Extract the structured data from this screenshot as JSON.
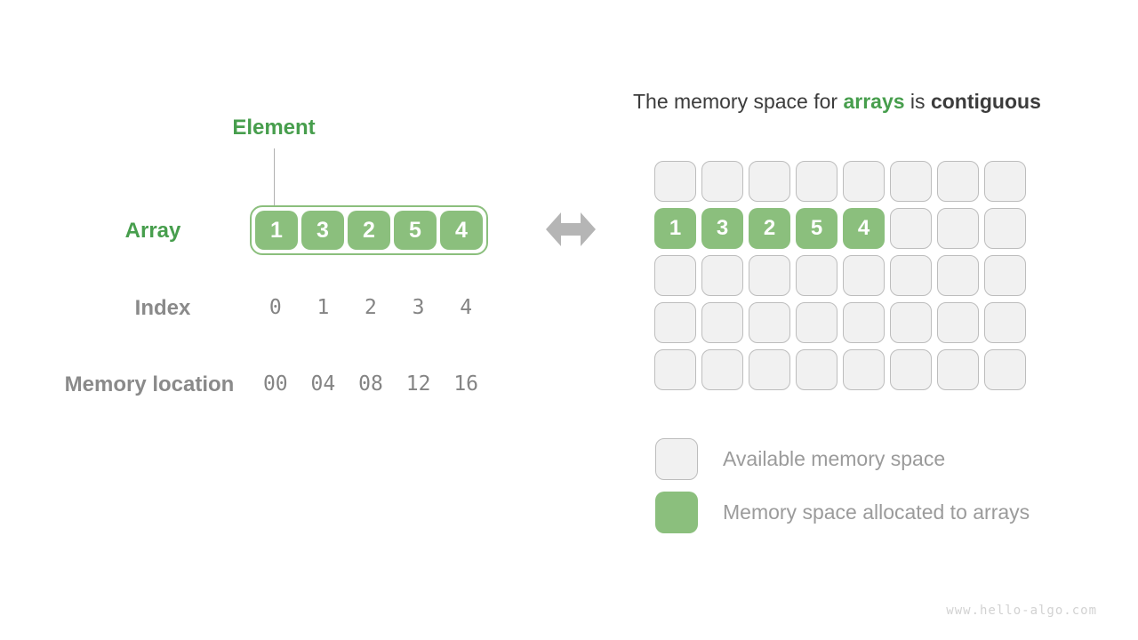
{
  "left_diagram": {
    "element_label": "Element",
    "array_label": "Array",
    "array_values": [
      "1",
      "3",
      "2",
      "5",
      "4"
    ],
    "index_label": "Index",
    "index_values": [
      "0",
      "1",
      "2",
      "3",
      "4"
    ],
    "memory_label": "Memory location",
    "memory_values": [
      "00",
      "04",
      "08",
      "12",
      "16"
    ]
  },
  "title": {
    "prefix": "The memory space for ",
    "highlight": "arrays",
    "middle": " is ",
    "bold_end": "contiguous"
  },
  "memory_grid": {
    "columns": 8,
    "rows": 5,
    "allocated_row": 1,
    "allocated_values": [
      "1",
      "3",
      "2",
      "5",
      "4"
    ]
  },
  "legend": [
    {
      "swatch": "available",
      "label": "Available memory space"
    },
    {
      "swatch": "allocated",
      "label": "Memory space allocated to arrays"
    }
  ],
  "watermark": "www.hello-algo.com",
  "colors": {
    "accent_green_text": "#479e4d",
    "cell_green": "#8bbf7d",
    "empty_cell_fill": "#f1f1f1",
    "empty_cell_border": "#bdbdbd",
    "gray_label": "#8a8a8a",
    "mono_value_gray": "#848484",
    "title_text": "#3c3c3c",
    "legend_text": "#9b9b9b",
    "arrow_gray": "#b5b5b5",
    "pointer_line": "#b0b0b0",
    "watermark": "#d2d2d2"
  }
}
